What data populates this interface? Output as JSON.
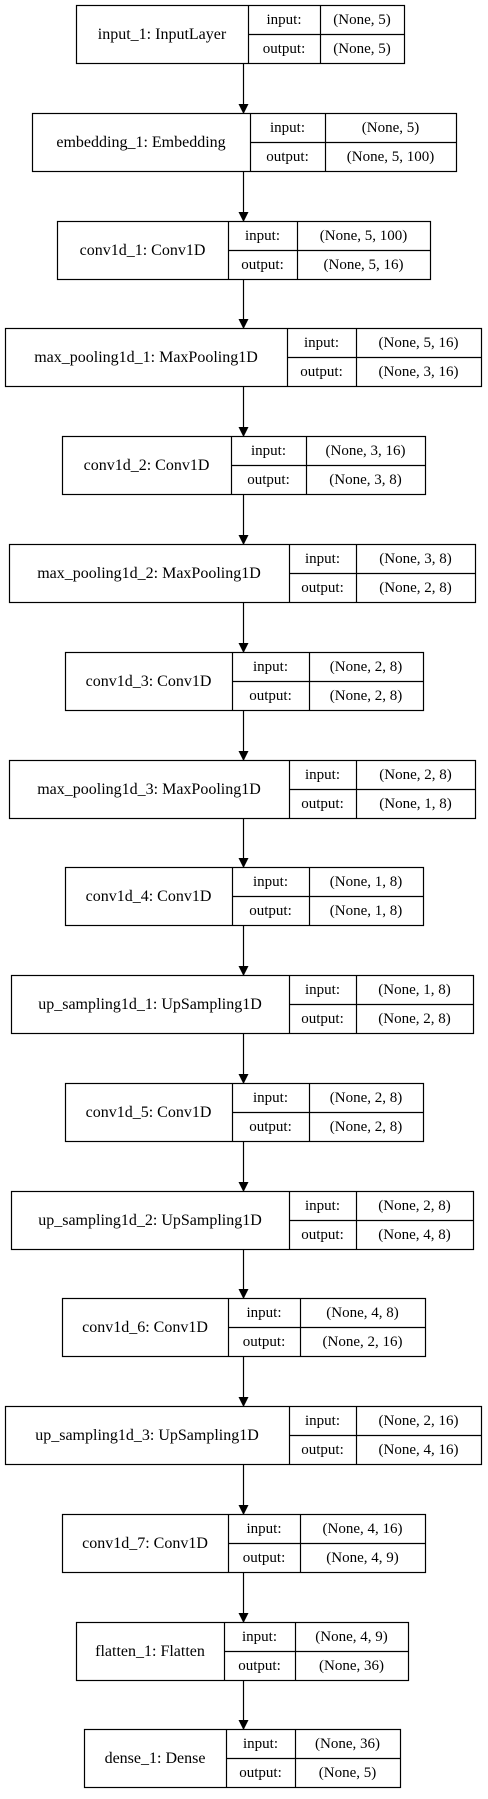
{
  "diagram": {
    "nodes": [
      {
        "name": "input_1: InputLayer",
        "input_label": "input:",
        "output_label": "output:",
        "input_shape": "(None, 5)",
        "output_shape": "(None, 5)"
      },
      {
        "name": "embedding_1: Embedding",
        "input_label": "input:",
        "output_label": "output:",
        "input_shape": "(None, 5)",
        "output_shape": "(None, 5, 100)"
      },
      {
        "name": "conv1d_1: Conv1D",
        "input_label": "input:",
        "output_label": "output:",
        "input_shape": "(None, 5, 100)",
        "output_shape": "(None, 5, 16)"
      },
      {
        "name": "max_pooling1d_1: MaxPooling1D",
        "input_label": "input:",
        "output_label": "output:",
        "input_shape": "(None, 5, 16)",
        "output_shape": "(None, 3, 16)"
      },
      {
        "name": "conv1d_2: Conv1D",
        "input_label": "input:",
        "output_label": "output:",
        "input_shape": "(None, 3, 16)",
        "output_shape": "(None, 3, 8)"
      },
      {
        "name": "max_pooling1d_2: MaxPooling1D",
        "input_label": "input:",
        "output_label": "output:",
        "input_shape": "(None, 3, 8)",
        "output_shape": "(None, 2, 8)"
      },
      {
        "name": "conv1d_3: Conv1D",
        "input_label": "input:",
        "output_label": "output:",
        "input_shape": "(None, 2, 8)",
        "output_shape": "(None, 2, 8)"
      },
      {
        "name": "max_pooling1d_3: MaxPooling1D",
        "input_label": "input:",
        "output_label": "output:",
        "input_shape": "(None, 2, 8)",
        "output_shape": "(None, 1, 8)"
      },
      {
        "name": "conv1d_4: Conv1D",
        "input_label": "input:",
        "output_label": "output:",
        "input_shape": "(None, 1, 8)",
        "output_shape": "(None, 1, 8)"
      },
      {
        "name": "up_sampling1d_1: UpSampling1D",
        "input_label": "input:",
        "output_label": "output:",
        "input_shape": "(None, 1, 8)",
        "output_shape": "(None, 2, 8)"
      },
      {
        "name": "conv1d_5: Conv1D",
        "input_label": "input:",
        "output_label": "output:",
        "input_shape": "(None, 2, 8)",
        "output_shape": "(None, 2, 8)"
      },
      {
        "name": "up_sampling1d_2: UpSampling1D",
        "input_label": "input:",
        "output_label": "output:",
        "input_shape": "(None, 2, 8)",
        "output_shape": "(None, 4, 8)"
      },
      {
        "name": "conv1d_6: Conv1D",
        "input_label": "input:",
        "output_label": "output:",
        "input_shape": "(None, 4, 8)",
        "output_shape": "(None, 2, 16)"
      },
      {
        "name": "up_sampling1d_3: UpSampling1D",
        "input_label": "input:",
        "output_label": "output:",
        "input_shape": "(None, 2, 16)",
        "output_shape": "(None, 4, 16)"
      },
      {
        "name": "conv1d_7: Conv1D",
        "input_label": "input:",
        "output_label": "output:",
        "input_shape": "(None, 4, 16)",
        "output_shape": "(None, 4, 9)"
      },
      {
        "name": "flatten_1: Flatten",
        "input_label": "input:",
        "output_label": "output:",
        "input_shape": "(None, 4, 9)",
        "output_shape": "(None, 36)"
      },
      {
        "name": "dense_1: Dense",
        "input_label": "input:",
        "output_label": "output:",
        "input_shape": "(None, 36)",
        "output_shape": "(None, 5)"
      }
    ]
  }
}
